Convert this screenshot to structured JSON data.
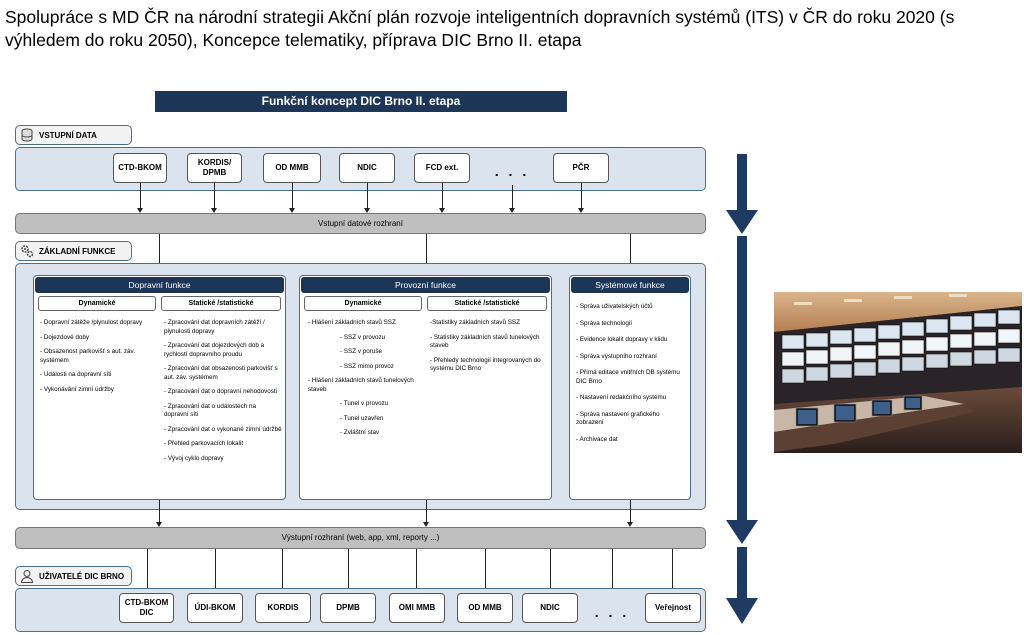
{
  "heading": "Spolupráce s MD ČR na národní strategii Akční plán rozvoje inteligentních dopravních systémů (ITS) v ČR do roku 2020 (s výhledem do roku 2050), Koncepce telematiky, příprava DIC Brno II. etapa",
  "diagram": {
    "title": "Funkční koncept DIC Brno II. etapa",
    "input_section": {
      "label": "VSTUPNÍ DATA",
      "sources": [
        "CTD-BKOM",
        "KORDIS/ DPMB",
        "OD MMB",
        "NDIC",
        "FCD ext.",
        "PČR"
      ],
      "ellipsis": ". . ."
    },
    "input_interface": "Vstupní datové rozhraní",
    "core_section": {
      "label": "ZÁKLADNÍ FUNKCE",
      "transport": {
        "title": "Dopravní funkce",
        "dynamic_label": "Dynamické",
        "static_label": "Statické /statistické",
        "dynamic_items": [
          "- Dopravní zátěže /plynulost dopravy",
          "- Dojezdové doby",
          "- Obsazenost parkovišť s aut. záv. systémem",
          "- Události na dopravní síti",
          "- Vykonávání zimní údržby"
        ],
        "static_items": [
          "- Zpracování dat dopravních zátěží / plynulosti dopravy",
          "- Zpracování dat dojezdových dob a rychlostí dopravního proudu",
          "- Zpracování dat obsazenosti parkovišť s aut. záv. systémem",
          "- Zpracování dat o dopravní nehodovosti",
          "- Zpracování dat o událostech na dopravní síti",
          "- Zpracování dat o vykonané zimní údržbě",
          "- Přehled parkovacích lokalit",
          "- Vývoj cyklo dopravy"
        ]
      },
      "operation": {
        "title": "Provozní funkce",
        "dynamic_label": "Dynamické",
        "static_label": "Statické /statistické",
        "dynamic_items": [
          "- Hlášení základních stavů SSZ",
          "- SSZ v provozu",
          "- SSZ v poruše",
          "- SSZ mimo provoz",
          "- Hlášení základních stavů tunelových staveb",
          "- Tunel v provozu",
          "- Tunel uzavřen",
          "- Zvláštní stav"
        ],
        "static_items": [
          "-Statistiky základních stavů SSZ",
          "- Statistiky základních stavů tunelových staveb",
          "- Přehledy technologií integrovaných do systému DIC Brno"
        ]
      },
      "system": {
        "title": "Systémové funkce",
        "items": [
          "- Správa uživatelských účtů",
          "- Správa technologií",
          "- Evidence lokalit dopravy v klidu",
          "- Správa výstupního rozhraní",
          "- Přímá editace vnitřních DB systému DIC Brno",
          "- Nastavení redakčního systému",
          "- Správa nastavení grafického zobrazení",
          "- Archivace dat"
        ]
      }
    },
    "output_interface": "Výstupní rozhraní (web, app, xml, reporty ...)",
    "users_section": {
      "label": "UŽIVATELÉ DIC BRNO",
      "users": [
        "CTD-BKOM DIC",
        "ÚDI-BKOM",
        "KORDIS",
        "DPMB",
        "OMI MMB",
        "OD MMB",
        "NDIC"
      ],
      "ellipsis": ". . .",
      "public": "Veřejnost"
    },
    "colors": {
      "navy": "#1d3557",
      "panel": "#dbe3ee",
      "bar": "#bfbfbf",
      "big_arrow": "#1f3a63"
    }
  }
}
